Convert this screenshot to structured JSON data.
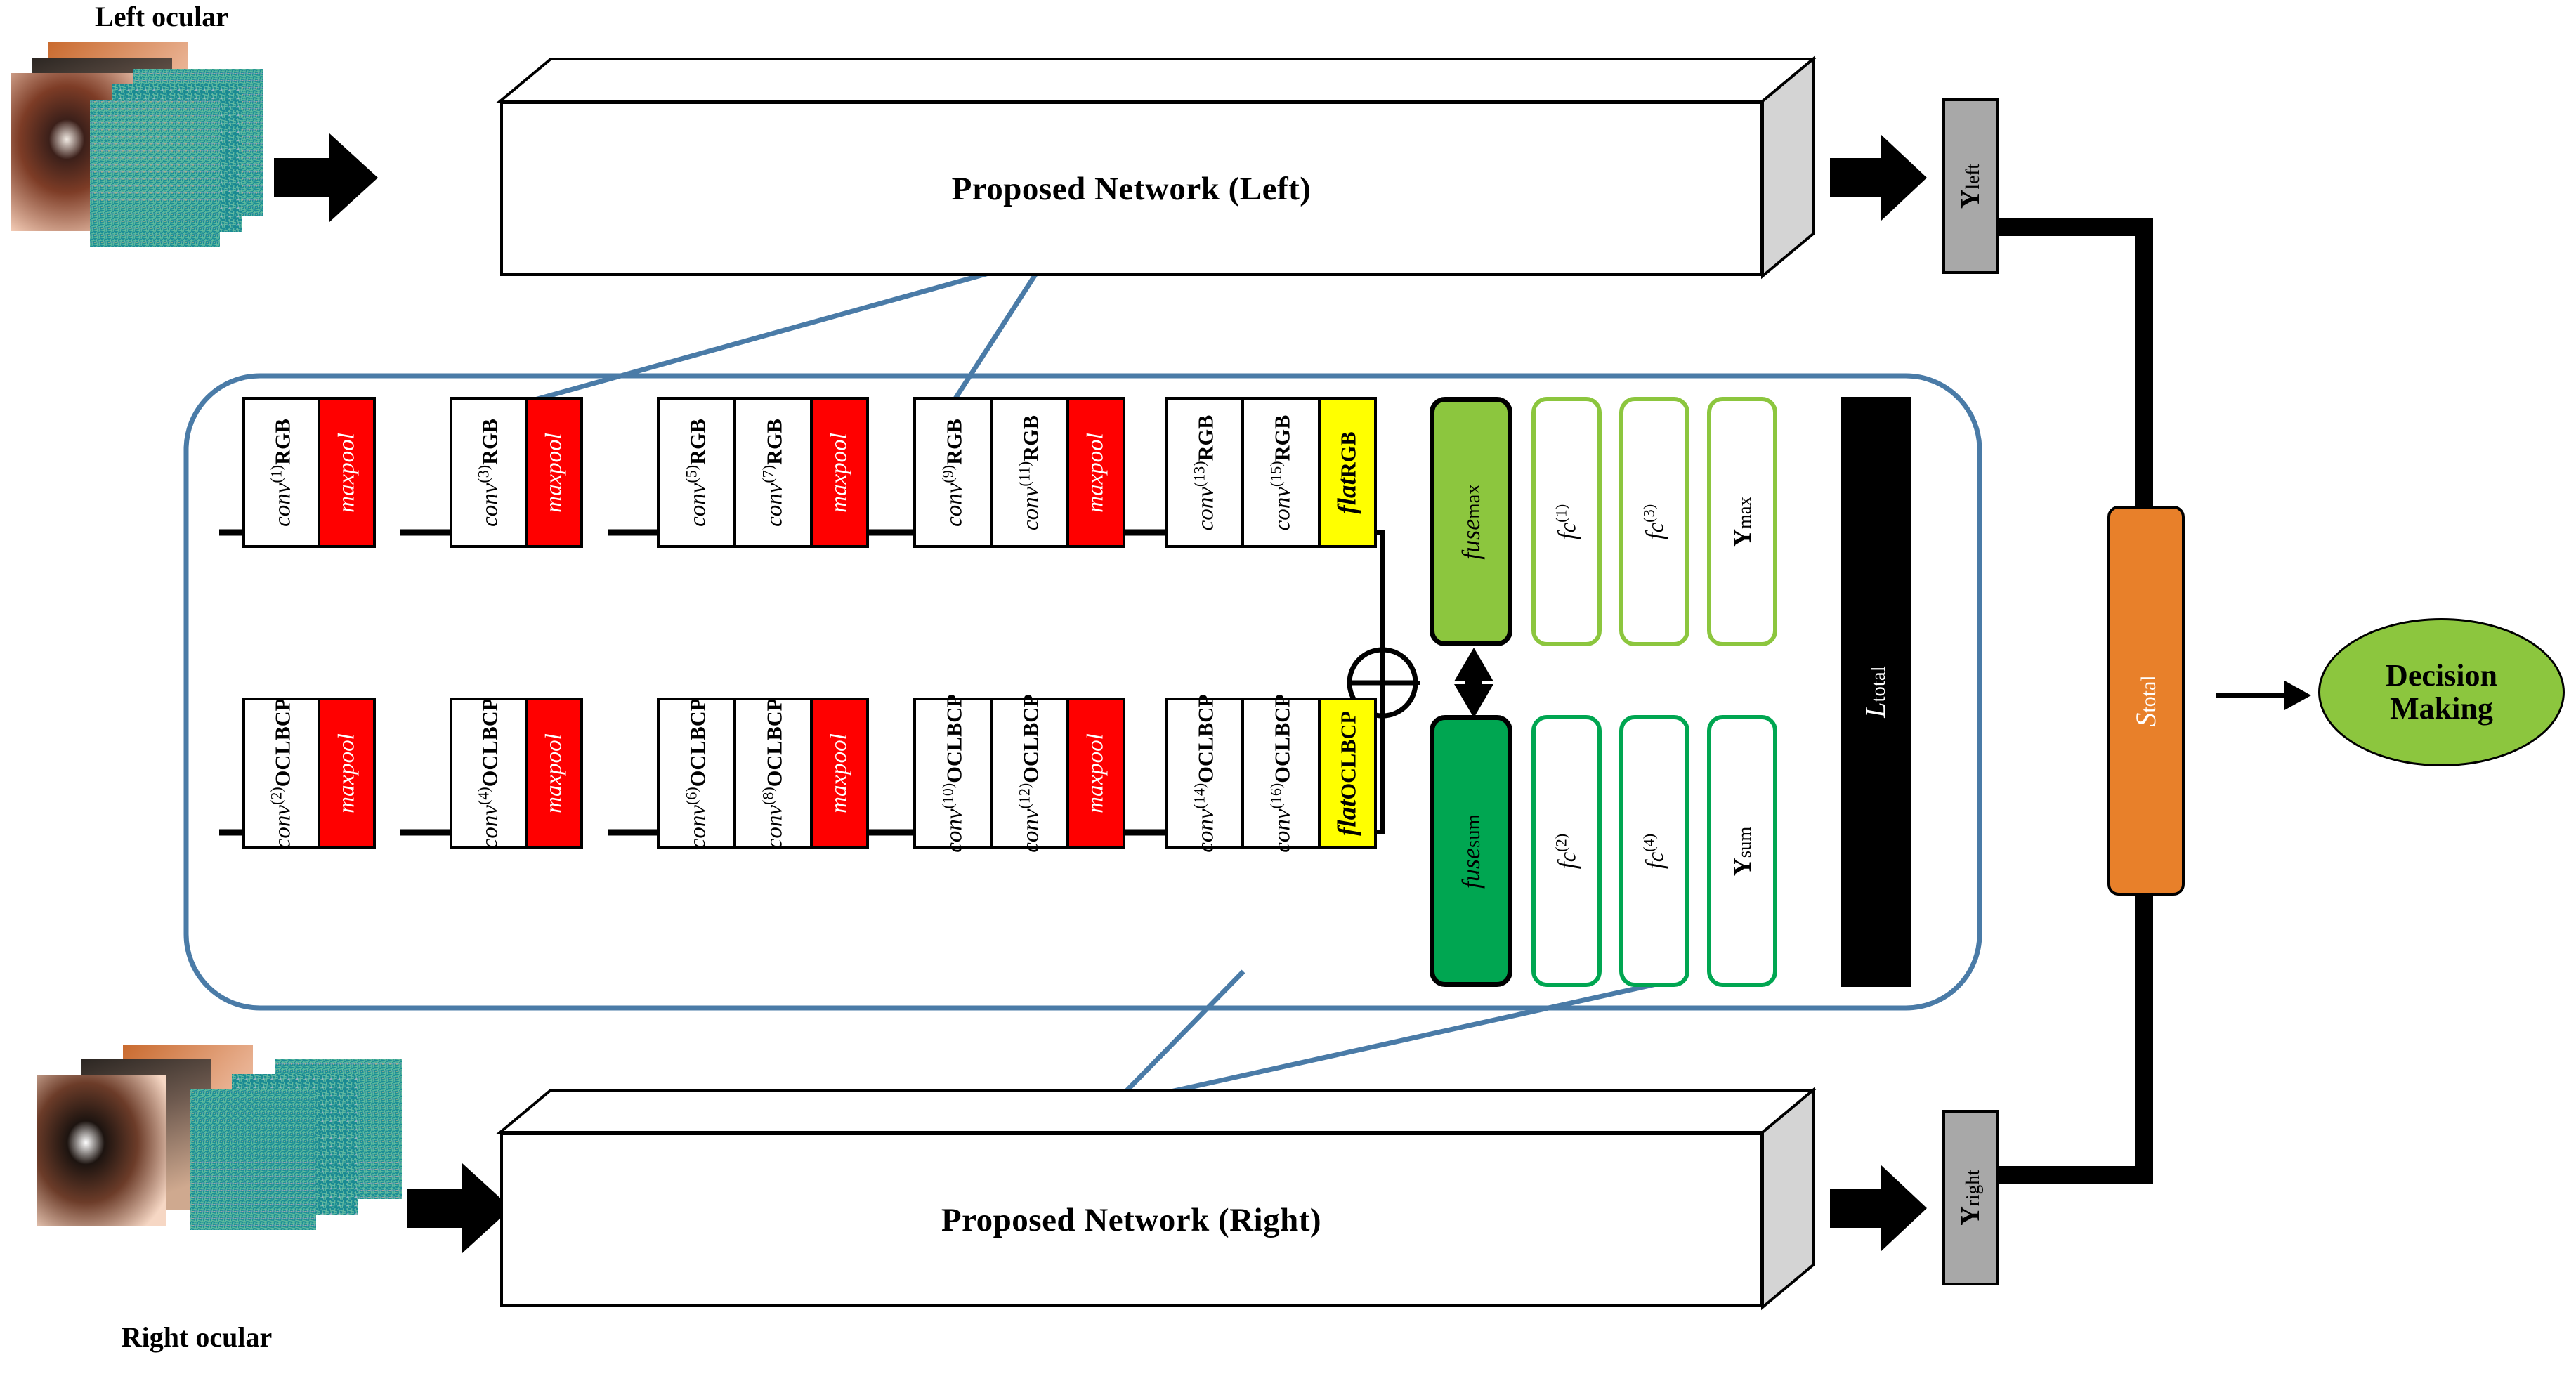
{
  "diagram": {
    "title": "Dual-stream ocular recognition network",
    "colors": {
      "maxpool": "#FF0000",
      "flatten": "#FFFF00",
      "fuse_max": "#8CC63E",
      "fuse_sum": "#00A651",
      "loss": "#000000",
      "score": "#E8802A",
      "decision": "#8CC63E",
      "y_box": "#A8A8A8",
      "container_border": "#4A7BA7"
    }
  },
  "inputs": {
    "left": {
      "caption": "Left ocular"
    },
    "right": {
      "caption": "Right ocular"
    }
  },
  "networks": {
    "left_box_label": "Proposed Network (Left)",
    "right_box_label": "Proposed Network (Right)"
  },
  "outputs": {
    "y_left": {
      "base": "Y",
      "sub": "left"
    },
    "y_right": {
      "base": "Y",
      "sub": "right"
    },
    "s_total": {
      "base": "S",
      "sub": "total"
    },
    "decision": {
      "line1": "Decision",
      "line2": "Making"
    }
  },
  "detail": {
    "rgb_stream": [
      {
        "type": "group",
        "cells": [
          {
            "kind": "conv",
            "base": "conv",
            "sup": "(1)",
            "sub": "RGB"
          },
          {
            "kind": "pool",
            "label": "maxpool"
          }
        ]
      },
      {
        "type": "group",
        "cells": [
          {
            "kind": "conv",
            "base": "conv",
            "sup": "(3)",
            "sub": "RGB"
          },
          {
            "kind": "pool",
            "label": "maxpool"
          }
        ]
      },
      {
        "type": "group",
        "cells": [
          {
            "kind": "conv",
            "base": "conv",
            "sup": "(5)",
            "sub": "RGB"
          },
          {
            "kind": "conv",
            "base": "conv",
            "sup": "(7)",
            "sub": "RGB"
          },
          {
            "kind": "pool",
            "label": "maxpool"
          }
        ]
      },
      {
        "type": "group",
        "cells": [
          {
            "kind": "conv",
            "base": "conv",
            "sup": "(9)",
            "sub": "RGB"
          },
          {
            "kind": "conv",
            "base": "conv",
            "sup": "(11)",
            "sub": "RGB"
          },
          {
            "kind": "pool",
            "label": "maxpool"
          }
        ]
      },
      {
        "type": "group",
        "cells": [
          {
            "kind": "conv",
            "base": "conv",
            "sup": "(13)",
            "sub": "RGB"
          },
          {
            "kind": "conv",
            "base": "conv",
            "sup": "(15)",
            "sub": "RGB"
          },
          {
            "kind": "flat",
            "base": "flat",
            "sub": "RGB"
          }
        ]
      }
    ],
    "oclbcp_stream": [
      {
        "type": "group",
        "cells": [
          {
            "kind": "conv",
            "base": "conv",
            "sup": "(2)",
            "sub": "OCLBCP"
          },
          {
            "kind": "pool",
            "label": "maxpool"
          }
        ]
      },
      {
        "type": "group",
        "cells": [
          {
            "kind": "conv",
            "base": "conv",
            "sup": "(4)",
            "sub": "OCLBCP"
          },
          {
            "kind": "pool",
            "label": "maxpool"
          }
        ]
      },
      {
        "type": "group",
        "cells": [
          {
            "kind": "conv",
            "base": "conv",
            "sup": "(6)",
            "sub": "OCLBCP"
          },
          {
            "kind": "conv",
            "base": "conv",
            "sup": "(8)",
            "sub": "OCLBCP"
          },
          {
            "kind": "pool",
            "label": "maxpool"
          }
        ]
      },
      {
        "type": "group",
        "cells": [
          {
            "kind": "conv",
            "base": "conv",
            "sup": "(10)",
            "sub": "OCLBCP"
          },
          {
            "kind": "conv",
            "base": "conv",
            "sup": "(12)",
            "sub": "OCLBCP"
          },
          {
            "kind": "pool",
            "label": "maxpool"
          }
        ]
      },
      {
        "type": "group",
        "cells": [
          {
            "kind": "conv",
            "base": "conv",
            "sup": "(14)",
            "sub": "OCLBCP"
          },
          {
            "kind": "conv",
            "base": "conv",
            "sup": "(16)",
            "sub": "OCLBCP"
          },
          {
            "kind": "flat",
            "base": "flat",
            "sub": "OCLBCP"
          }
        ]
      }
    ],
    "merge_operator": "⊕",
    "head_top": [
      {
        "name": "fuse-max",
        "base": "fuse",
        "sub": "max",
        "fill": "#8CC63E",
        "stroke": "#000000"
      },
      {
        "name": "fc-1",
        "base": "fc",
        "sup": "(1)",
        "fill": "#FFFFFF",
        "stroke": "#8CC63E"
      },
      {
        "name": "fc-3",
        "base": "fc",
        "sup": "(3)",
        "fill": "#FFFFFF",
        "stroke": "#8CC63E"
      },
      {
        "name": "y-max",
        "base": "Y",
        "sub": "max",
        "fill": "#FFFFFF",
        "stroke": "#8CC63E"
      }
    ],
    "head_bottom": [
      {
        "name": "fuse-sum",
        "base": "fuse",
        "sub": "sum",
        "fill": "#00A651",
        "stroke": "#000000"
      },
      {
        "name": "fc-2",
        "base": "fc",
        "sup": "(2)",
        "fill": "#FFFFFF",
        "stroke": "#00A651"
      },
      {
        "name": "fc-4",
        "base": "fc",
        "sup": "(4)",
        "fill": "#FFFFFF",
        "stroke": "#00A651"
      },
      {
        "name": "y-sum",
        "base": "Y",
        "sub": "sum",
        "fill": "#FFFFFF",
        "stroke": "#00A651"
      }
    ],
    "loss": {
      "base": "L",
      "sub": "total"
    }
  }
}
